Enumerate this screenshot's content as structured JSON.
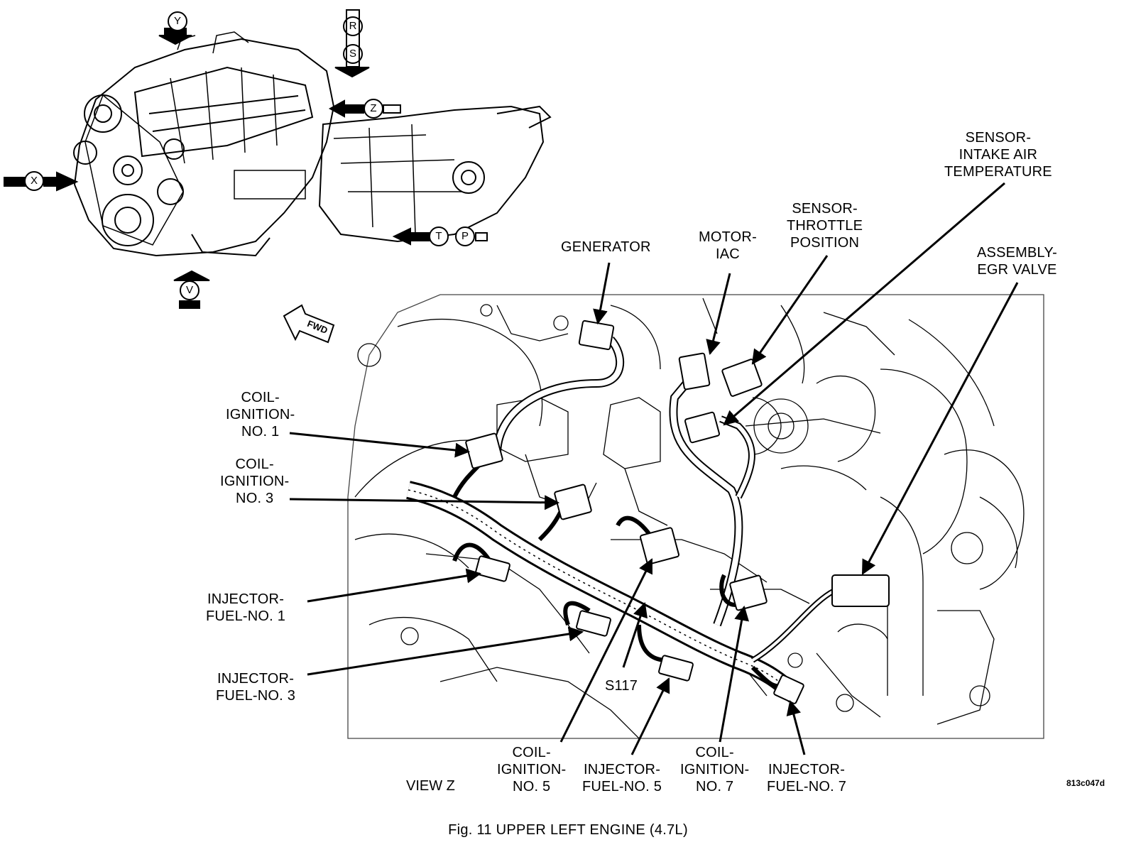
{
  "figure": {
    "caption": "Fig. 11  UPPER LEFT ENGINE   (4.7L)",
    "code": "813c047d",
    "view_label": "VIEW Z",
    "fwd_label": "FWD"
  },
  "direction_markers": {
    "y": "Y",
    "r": "R",
    "s": "S",
    "z": "Z",
    "x": "X",
    "t": "T",
    "p": "P",
    "v": "V"
  },
  "labels": {
    "generator": [
      "GENERATOR"
    ],
    "motor_iac": [
      "MOTOR-",
      "IAC"
    ],
    "sensor_tps": [
      "SENSOR-",
      "THROTTLE",
      "POSITION"
    ],
    "sensor_iat": [
      "SENSOR-",
      "INTAKE AIR",
      "TEMPERATURE"
    ],
    "egr": [
      "ASSEMBLY-",
      "EGR VALVE"
    ],
    "coil1": [
      "COIL-",
      "IGNITION-",
      "NO. 1"
    ],
    "coil3": [
      "COIL-",
      "IGNITION-",
      "NO. 3"
    ],
    "inj1": [
      "INJECTOR-",
      "FUEL-NO. 1"
    ],
    "inj3": [
      "INJECTOR-",
      "FUEL-NO. 3"
    ],
    "s117": [
      "S117"
    ],
    "coil5": [
      "COIL-",
      "IGNITION-",
      "NO. 5"
    ],
    "inj5": [
      "INJECTOR-",
      "FUEL-NO. 5"
    ],
    "coil7": [
      "COIL-",
      "IGNITION-",
      "NO. 7"
    ],
    "inj7": [
      "INJECTOR-",
      "FUEL-NO. 7"
    ]
  }
}
